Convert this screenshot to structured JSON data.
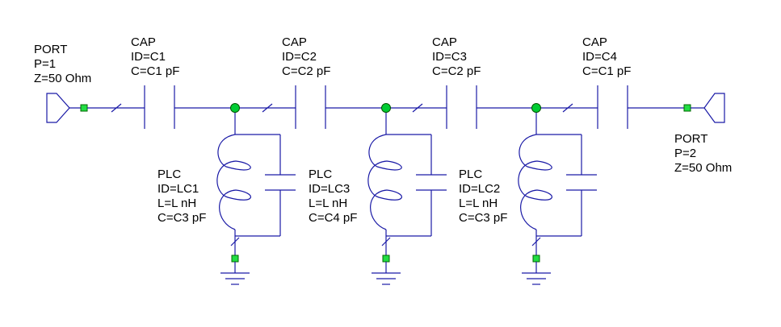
{
  "ports": [
    {
      "title": "PORT",
      "number": "P=1",
      "impedance": "Z=50 Ohm"
    },
    {
      "title": "PORT",
      "number": "P=2",
      "impedance": "Z=50 Ohm"
    }
  ],
  "capacitors": [
    {
      "title": "CAP",
      "id": "ID=C1",
      "value": "C=C1 pF"
    },
    {
      "title": "CAP",
      "id": "ID=C2",
      "value": "C=C2 pF"
    },
    {
      "title": "CAP",
      "id": "ID=C3",
      "value": "C=C2 pF"
    },
    {
      "title": "CAP",
      "id": "ID=C4",
      "value": "C=C1 pF"
    }
  ],
  "resonators": [
    {
      "title": "PLC",
      "id": "ID=LC1",
      "inductance": "L=L nH",
      "capacitance": "C=C3 pF"
    },
    {
      "title": "PLC",
      "id": "ID=LC3",
      "inductance": "L=L nH",
      "capacitance": "C=C4 pF"
    },
    {
      "title": "PLC",
      "id": "ID=LC2",
      "inductance": "L=L nH",
      "capacitance": "C=C3 pF"
    }
  ],
  "colors": {
    "wire": "#1a1aa6",
    "node": "#00cc33",
    "text": "#000000"
  }
}
